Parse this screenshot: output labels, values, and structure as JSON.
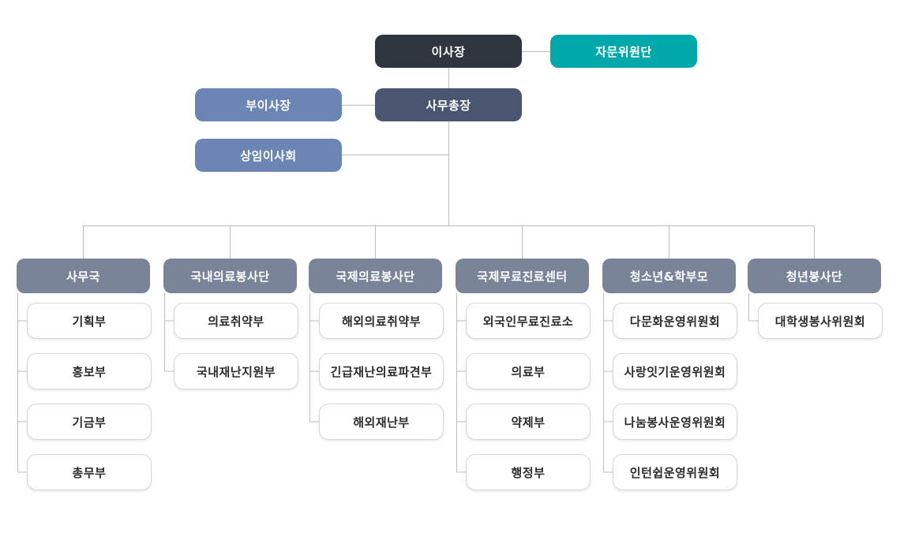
{
  "top": {
    "chairman": "이사장",
    "advisory": "자문위원단",
    "secretary_general": "사무총장",
    "vice_president": "부이사장",
    "standing_board": "상임이사회"
  },
  "divisions": [
    {
      "head": "사무국",
      "subs": [
        "기획부",
        "홍보부",
        "기금부",
        "총무부"
      ]
    },
    {
      "head": "국내의료봉사단",
      "subs": [
        "의료취약부",
        "국내재난지원부"
      ]
    },
    {
      "head": "국제의료봉사단",
      "subs": [
        "해외의료취약부",
        "긴급재난의료파견부",
        "해외재난부"
      ]
    },
    {
      "head": "국제무료진료센터",
      "subs": [
        "외국인무료진료소",
        "의료부",
        "약제부",
        "행정부"
      ]
    },
    {
      "head": "청소년&학부모",
      "subs": [
        "다문화운영위원회",
        "사랑잇기운영위원회",
        "나눔봉사운영위원회",
        "인턴쉽운영위원회"
      ]
    },
    {
      "head": "청년봉사단",
      "subs": [
        "대학생봉사위원회"
      ]
    }
  ],
  "colors": {
    "chairman": "#2f3640",
    "advisory": "#00a8ac",
    "secretary_general": "#4a5570",
    "vice": "#6b86b5",
    "division_head": "#7a8498",
    "connector": "#bdbdbd"
  }
}
